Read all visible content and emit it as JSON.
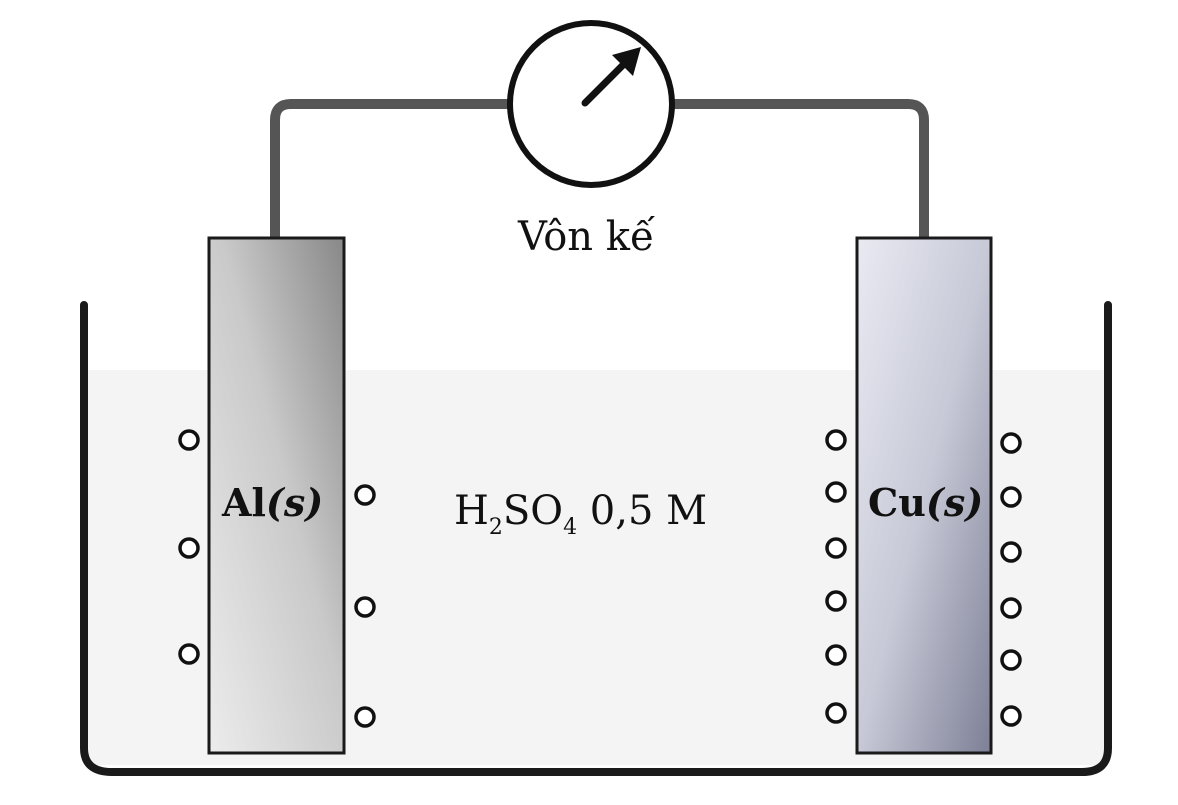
{
  "voltmeter": {
    "label": "Vôn kế"
  },
  "electrodes": {
    "left": {
      "element": "Al",
      "state": "(s)"
    },
    "right": {
      "element": "Cu",
      "state": "(s)"
    }
  },
  "electrolyte": {
    "parts": [
      "H",
      "2",
      "SO",
      "4",
      " 0,5 M"
    ]
  },
  "colors": {
    "wire": "#555555",
    "solution": "#f4f4f4",
    "outline": "#1a1a1a",
    "al_electrode_dark": "#8a8a8a",
    "al_electrode_light": "#e8e8e8",
    "cu_electrode_dark": "#7c7f95",
    "cu_electrode_light": "#f0f1f6"
  }
}
